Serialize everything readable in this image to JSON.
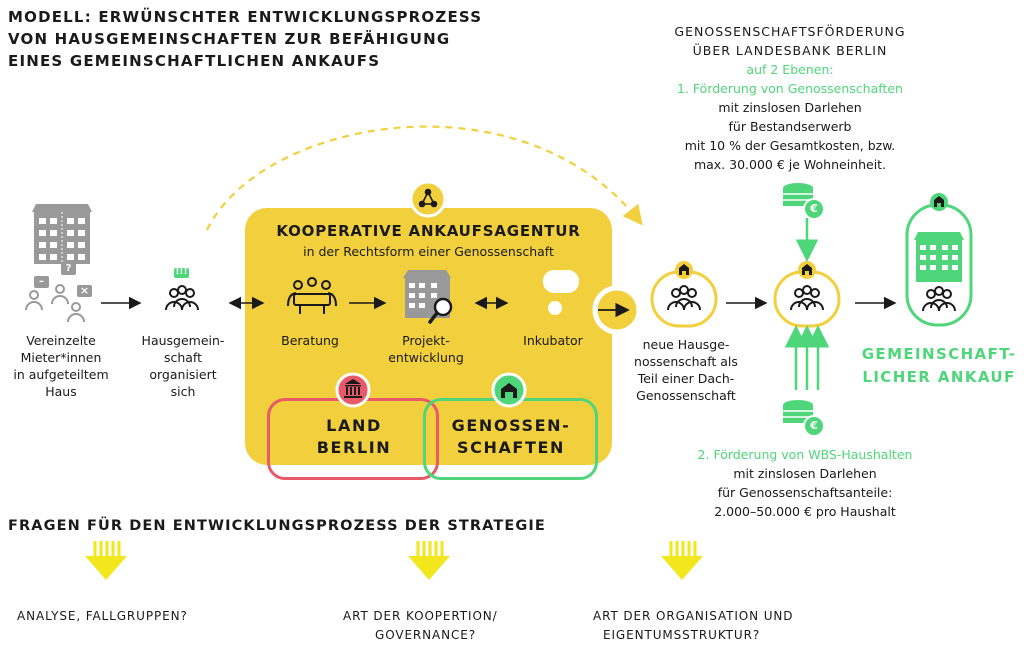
{
  "title": {
    "line1": "MODELL: ERWÜNSCHTER ENTWICKLUNGSPROZESS",
    "line2": "VON HAUSGEMEINSCHAFTEN ZUR BEFÄHIGUNG",
    "line3": "EINES GEMEINSCHAFTLICHEN ANKAUFS"
  },
  "funding_top": {
    "line1": "GENOSSENSCHAFTSFÖRDERUNG",
    "line2": "ÜBER LANDESBANK BERLIN",
    "line3": "auf 2 Ebenen:",
    "line4": "1. Förderung von Genossenschaften",
    "line5": "mit zinslosen Darlehen",
    "line6": "für Bestandserwerb",
    "line7": "mit 10 % der Gesamtkosten, bzw.",
    "line8": "max. 30.000 € je Wohneinheit."
  },
  "funding_bottom": {
    "line1": "2. Förderung von WBS-Haushalten",
    "line2": "mit zinslosen Darlehen",
    "line3": "für Genossenschaftsanteile:",
    "line4": "2.000–50.000 € pro Haushalt"
  },
  "nodes": {
    "tenants": {
      "l1": "Vereinzelte",
      "l2": "Mieter*innen",
      "l3": "in aufgeteiltem",
      "l4": "Haus"
    },
    "community": {
      "l1": "Hausgemein-",
      "l2": "schaft",
      "l3": "organisiert",
      "l4": "sich"
    },
    "beratung": "Beratung",
    "projekt": {
      "l1": "Projekt-",
      "l2": "entwicklung"
    },
    "inkubator": "Inkubator",
    "neue": {
      "l1": "neue Hausge-",
      "l2": "nossenschaft als",
      "l3": "Teil einer Dach-",
      "l4": "Genossenschaft"
    },
    "gemeinschaftlich": {
      "l1": "GEMEINSCHAFT-",
      "l2": "LICHER ANKAUF"
    }
  },
  "agency": {
    "title": "KOOPERATIVE ANKAUFSAGENTUR",
    "subtitle": "in der Rechtsform einer Genossenschaft",
    "land": {
      "l1": "LAND",
      "l2": "BERLIN"
    },
    "genossen": {
      "l1": "GENOSSEN-",
      "l2": "SCHAFTEN"
    }
  },
  "icons": {
    "exclaim": "!!!",
    "q_minus": "–",
    "q_question": "?",
    "q_x": "×",
    "euro": "€"
  },
  "questions": {
    "title": "FRAGEN FÜR DEN ENTWICKLUNGSPROZESS DER STRATEGIE",
    "q1": "ANALYSE, FALLGRUPPEN?",
    "q2a": "ART DER KOOPERTION/",
    "q2b": "GOVERNANCE?",
    "q3a": "ART DER ORGANISATION UND",
    "q3b": "EIGENTUMSSTRUKTUR?"
  },
  "colors": {
    "yellow": "#f2cf3c",
    "green": "#4fd67a",
    "red": "#e85a68",
    "grey": "#999999"
  }
}
